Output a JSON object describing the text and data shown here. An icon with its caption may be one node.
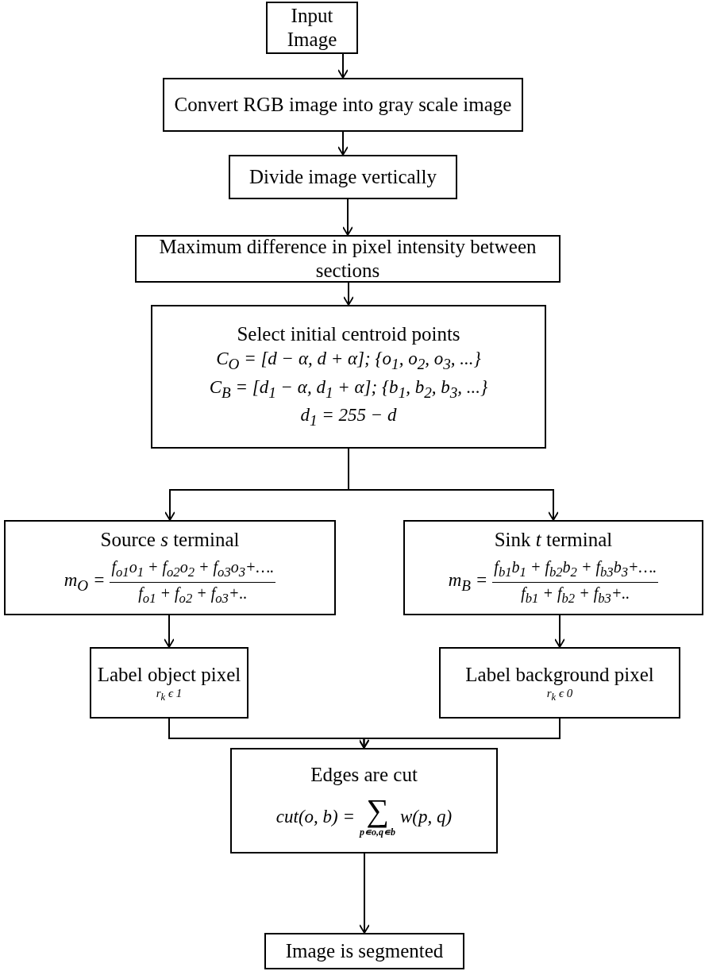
{
  "diagram": {
    "nodes": [
      {
        "text": [
          "Input Image"
        ]
      },
      {
        "text": [
          "Convert RGB image into gray scale image"
        ]
      },
      {
        "text": [
          "Divide image vertically"
        ]
      },
      {
        "text": [
          "Maximum difference in pixel intensity between sections"
        ]
      },
      {
        "text": [
          "Select initial centroid points",
          "C$_{O}$ = [d − α, d + α]; {o$_{1}$, o$_{2}$, o$_{3}$, ...}",
          "C$_{B}$ = [d$_{1}$ − α, d$_{1}$ + α]; {b$_{1}$, b$_{2}$, b$_{3}$, ...}",
          "d$_{1}$ = 255 − d"
        ]
      },
      {
        "text": [
          "Source *s* terminal",
          "m$_{O}$ =",
          "f$_{o1}$o$_{1}$ + f$_{o2}$o$_{2}$ + f$_{o3}$o$_{3}$+….",
          "f$_{o1}$ + f$_{o2}$ + f$_{o3}$+.."
        ]
      },
      {
        "text": [
          "Sink *t* terminal",
          "m$_{B}$ =",
          "f$_{b1}$b$_{1}$ + f$_{b2}$b$_{2}$ + f$_{b3}$b$_{3}$+….",
          "f$_{b1}$ + f$_{b2}$ + f$_{b3}$+.."
        ]
      },
      {
        "text": [
          "Label object pixel",
          "r$_{k}$ ϵ 1"
        ]
      },
      {
        "text": [
          "Label background pixel",
          "r$_{k}$ ϵ 0"
        ]
      },
      {
        "text": [
          "Edges are cut",
          "cut(o, b) =",
          "∑",
          "p∊o,q∊b",
          "w(p, q)"
        ]
      },
      {
        "text": [
          "Image is segmented"
        ]
      }
    ],
    "edges": [
      {
        "from": 0,
        "to": 1,
        "arrow": "to"
      },
      {
        "from": 1,
        "to": 2,
        "arrow": "to"
      },
      {
        "from": 2,
        "to": 3,
        "arrow": "to"
      },
      {
        "from": 3,
        "to": 4,
        "arrow": "to"
      },
      {
        "from": 4,
        "to": 5,
        "arrow": "to"
      },
      {
        "from": 4,
        "to": 6,
        "arrow": "to"
      },
      {
        "from": 5,
        "to": 7,
        "arrow": "to"
      },
      {
        "from": 6,
        "to": 8,
        "arrow": "to"
      },
      {
        "from": 7,
        "to": 9,
        "arrow": "to"
      },
      {
        "from": 8,
        "to": 9,
        "arrow": "to"
      },
      {
        "from": 9,
        "to": 10,
        "arrow": "to"
      }
    ]
  }
}
